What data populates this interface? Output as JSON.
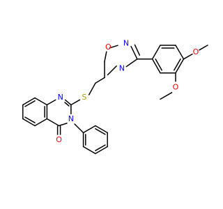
{
  "molecule": {
    "colors": {
      "bond": "#000000",
      "carbon": "#000000",
      "nitrogen": "#0000ff",
      "oxygen": "#ff0000",
      "sulfur": "#b3a000",
      "background": "#ffffff"
    },
    "labels": {
      "n_quinazoline_top": "N",
      "n_quinazoline_bottom": "N",
      "s_thioether": "S",
      "o_carbonyl": "O",
      "o_oxadiazole": "O",
      "n_oxadiazole_top": "N",
      "n_oxadiazole_bottom": "N",
      "o_methoxy_para": "O",
      "o_methoxy_meta": "O"
    }
  }
}
